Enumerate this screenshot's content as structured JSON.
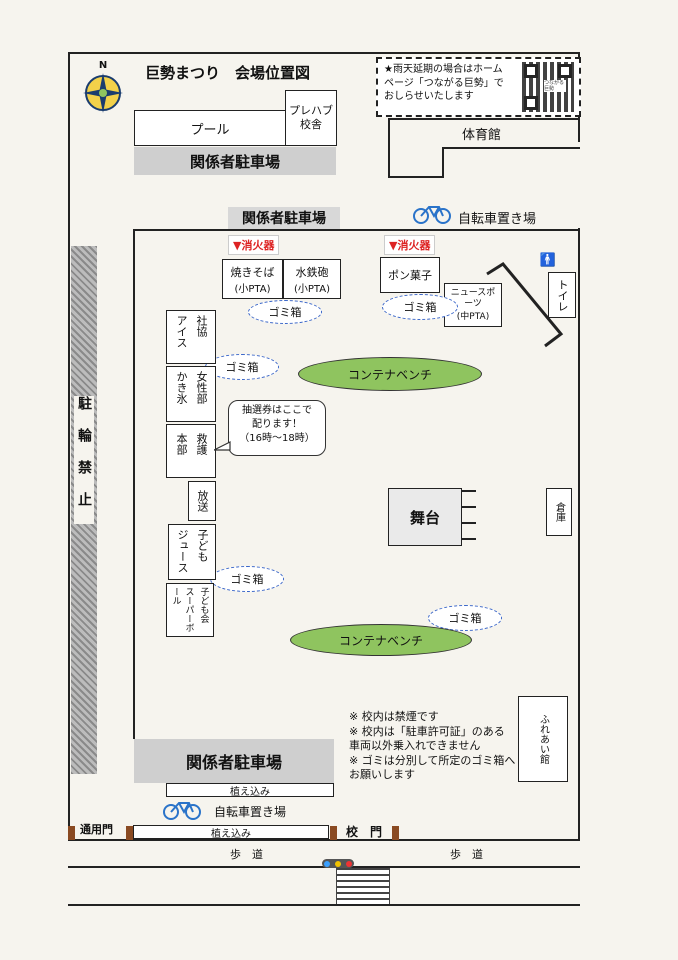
{
  "title": "巨勢まつり　会場位置図",
  "compass": {
    "label": "N"
  },
  "notice": {
    "line1": "★雨天延期の場合はホーム",
    "line2": "ページ「つながる巨勢」で",
    "line3": "おしらせいたします"
  },
  "qr": {
    "caption": "つながる巨勢"
  },
  "buildings": {
    "pool": "プール",
    "prefab": "プレハブ校舎",
    "gym": "体育館",
    "toilet": "トイレ",
    "storage": "倉庫",
    "fureai": "ふれあい館",
    "stage": "舞台"
  },
  "parking": {
    "staff_top": "関係者駐車場",
    "staff_mid": "関係者駐車場",
    "staff_bottom": "関係者駐車場",
    "bike_top": "自転車置き場",
    "bike_bottom": "自転車置き場",
    "no_bikes": "駐輪禁止"
  },
  "extinguisher": {
    "a": "▼消火器",
    "b": "▼消火器"
  },
  "stalls": {
    "yakisoba": "焼きそば",
    "yakisoba_org": "(小PTA)",
    "mizudeppo": "水鉄砲",
    "mizudeppo_org": "(小PTA)",
    "ponkashi": "ポン菓子",
    "newsports": "ニュースポーツ",
    "newsports_org": "(中PTA)",
    "ice": "アイス",
    "ice_org": "社協",
    "kakigori": "かき氷",
    "kakigori_org": "女性部",
    "honbu": "本部",
    "honbu_org": "救護",
    "hoso": "放送",
    "juice": "ジュース",
    "juice_org": "子ども",
    "superball": "スーパーボール",
    "superball_org": "子ども会"
  },
  "trash": {
    "label": "ゴミ箱"
  },
  "benches": {
    "label": "コンテナベンチ"
  },
  "lottery": {
    "line1": "抽選券はここで",
    "line2": "配ります！",
    "line3": "（16時〜18時）"
  },
  "notes": [
    "※ 校内は禁煙です",
    "※ 校内は「駐車許可証」のある",
    "車両以外乗入れできません",
    "※ ゴミは分別して所定のゴミ箱へ",
    "お願いします"
  ],
  "bottom": {
    "planting_upper": "植え込み",
    "planting_lower": "植え込み",
    "side_gate": "通用門",
    "main_gate": "校　門",
    "sidewalk_left": "歩　道",
    "sidewalk_right": "歩　道"
  },
  "colors": {
    "bench": "#8fc45f",
    "trash_border": "#3a66c9",
    "extinguisher": "#dd2222",
    "lot": "#cfcfcf"
  }
}
